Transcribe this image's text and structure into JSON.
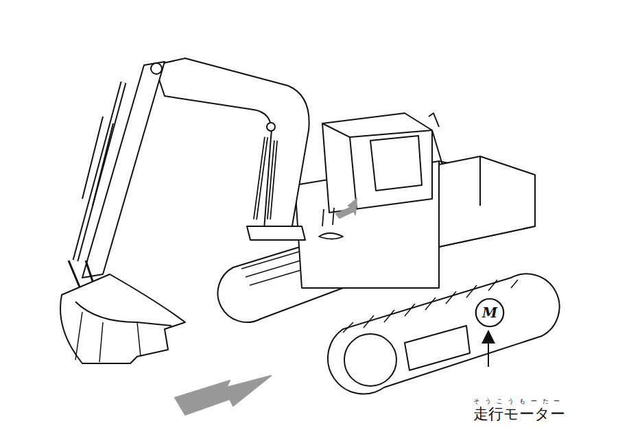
{
  "diagram": {
    "nodes": [
      {
        "text": [
          "M"
        ]
      }
    ],
    "labels": [
      "そうこうもーたー",
      "走行モーター"
    ]
  }
}
